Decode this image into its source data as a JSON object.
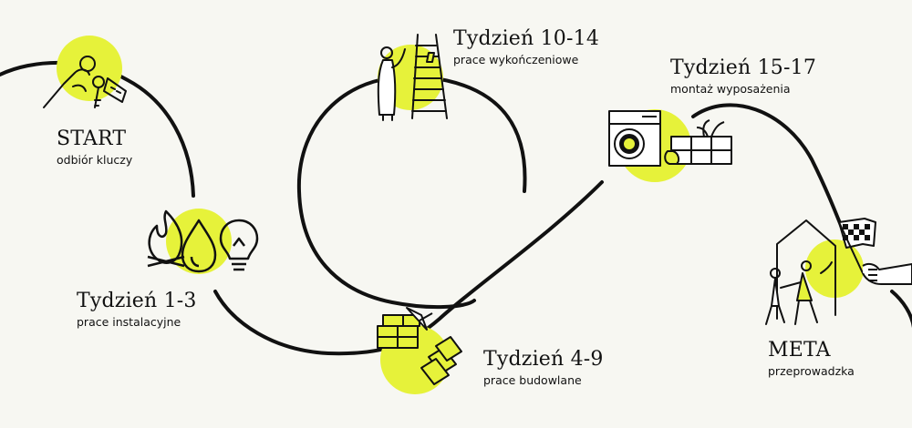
{
  "milestones": [
    {
      "title": "START",
      "subtitle": "odbiór kluczy"
    },
    {
      "title": "Tydzień 1-3",
      "subtitle": "prace instalacyjne"
    },
    {
      "title": "Tydzień 4-9",
      "subtitle": "prace budowlane"
    },
    {
      "title": "Tydzień 10-14",
      "subtitle": "prace wykończeniowe"
    },
    {
      "title": "Tydzień 15-17",
      "subtitle": "montaż wyposażenia"
    },
    {
      "title": "META",
      "subtitle": "przeprowadzka"
    }
  ],
  "colors": {
    "accent": "#e6f23a",
    "line": "#111111",
    "background": "#f7f7f2"
  },
  "icons": [
    "keys-hand-icon",
    "fire-icon",
    "water-drop-icon",
    "light-bulb-icon",
    "bricks-trowel-icon",
    "ladder-worker-icon",
    "washing-machine-icon",
    "plant-shelf-icon",
    "house-people-icon",
    "checkered-flag-icon"
  ]
}
